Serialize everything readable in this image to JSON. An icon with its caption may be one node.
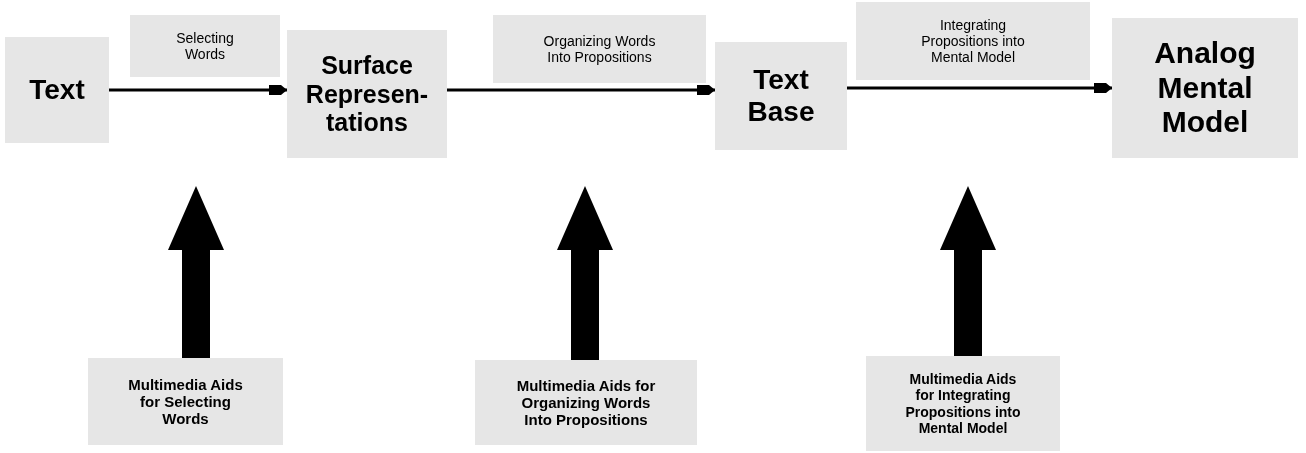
{
  "diagram": {
    "nodes": [
      {
        "text": [
          "Text"
        ]
      },
      {
        "text": [
          "Selecting Words"
        ]
      },
      {
        "text": [
          "Surface Represen- tations"
        ]
      },
      {
        "text": [
          "Organizing Words Into Propositions"
        ]
      },
      {
        "text": [
          "Text Base"
        ]
      },
      {
        "text": [
          "Integrating Propositions into Mental Model"
        ]
      },
      {
        "text": [
          "Analog Mental Model"
        ]
      },
      {
        "text": [
          "Multimedia Aids for Selecting Words"
        ]
      },
      {
        "text": [
          "Multimedia Aids for Organizing Words Into Propositions"
        ]
      },
      {
        "text": [
          "Multimedia Aids for Integrating Propositions into Mental Model"
        ]
      }
    ],
    "edges": [
      {
        "from": 0,
        "to": 2,
        "arrow": "to"
      },
      {
        "from": 2,
        "to": 4,
        "arrow": "to"
      },
      {
        "from": 4,
        "to": 6,
        "arrow": "to"
      },
      {
        "from": 7,
        "to": null,
        "arrow": "to",
        "style": "thick"
      },
      {
        "from": 8,
        "to": null,
        "arrow": "to",
        "style": "thick"
      },
      {
        "from": 9,
        "to": null,
        "arrow": "to",
        "style": "thick"
      }
    ]
  }
}
